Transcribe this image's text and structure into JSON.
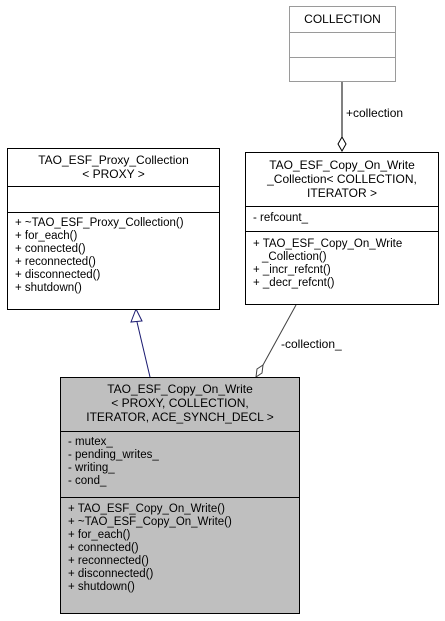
{
  "collection": {
    "title": "COLLECTION"
  },
  "proxy_collection": {
    "title_lines": [
      "TAO_ESF_Proxy_Collection",
      "< PROXY >"
    ],
    "methods": [
      "+ ~TAO_ESF_Proxy_Collection()",
      "+ for_each()",
      "+ connected()",
      "+ reconnected()",
      "+ disconnected()",
      "+ shutdown()"
    ]
  },
  "cow_collection": {
    "title_lines": [
      "TAO_ESF_Copy_On_Write",
      "_Collection< COLLECTION,",
      "ITERATOR >"
    ],
    "attributes": [
      "- refcount_"
    ],
    "methods": [
      "+ TAO_ESF_Copy_On_Write",
      "_Collection()",
      "+ _incr_refcnt()",
      "+ _decr_refcnt()"
    ]
  },
  "copy_on_write": {
    "title_lines": [
      "TAO_ESF_Copy_On_Write",
      "< PROXY, COLLECTION,",
      "ITERATOR, ACE_SYNCH_DECL >"
    ],
    "attributes": [
      "- mutex_",
      "- pending_writes_",
      "- writing_",
      "- cond_"
    ],
    "methods": [
      "+ TAO_ESF_Copy_On_Write()",
      "+ ~TAO_ESF_Copy_On_Write()",
      "+ for_each()",
      "+ connected()",
      "+ reconnected()",
      "+ disconnected()",
      "+ shutdown()"
    ]
  },
  "edges": {
    "collection_label": "+collection",
    "collection_member_label": "-collection_"
  }
}
